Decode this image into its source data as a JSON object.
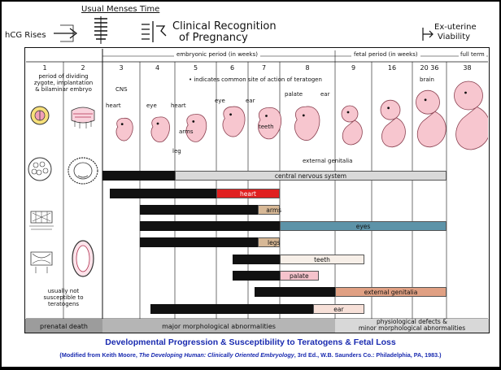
{
  "header": {
    "hcg": "hCG Rises",
    "menses": "Usual Menses Time",
    "clinical_1": "Clinical Recognition",
    "clinical_2": "of Pregnancy",
    "exuterine_1": "Ex-uterine",
    "exuterine_2": "Viability",
    "embryonic_period": "embryonic period (in weeks)",
    "fetal_period": "fetal period (in weeks)",
    "full_term": "full term"
  },
  "weeks": [
    "1",
    "2",
    "3",
    "4",
    "5",
    "6",
    "7",
    "8",
    "9",
    "16",
    "20 36",
    "38"
  ],
  "left": {
    "dividing_1": "period of dividing",
    "dividing_2": "zygote, implantation",
    "dividing_3": "& bilaminar embryo",
    "note_1": "usually not",
    "note_2": "susceptible to",
    "note_3": "teratogens"
  },
  "labels": {
    "cns": "CNS",
    "heart": "heart",
    "eye": "eye",
    "arms": "arms",
    "leg": "leg",
    "ear": "ear",
    "teeth": "teeth",
    "palate": "palate",
    "genitalia": "external genitalia",
    "brain": "brain",
    "teratogen_note": "• indicates common site of action of teratogen"
  },
  "structures": [
    {
      "name": "central nervous system",
      "dark_start": 3,
      "dark_end": 5,
      "light_end": 12,
      "light_color": "#d9d9d9"
    },
    {
      "name": "heart",
      "dark_start": 3.2,
      "dark_end": 6,
      "light_end": 8,
      "light_color": "#e02020",
      "label_in_light": true
    },
    {
      "name": "arms",
      "dark_start": 4,
      "dark_end": 7.3,
      "light_end": 8,
      "light_color": "#d7b896"
    },
    {
      "name": "eyes",
      "dark_start": 4,
      "dark_end": 8,
      "light_end": 12,
      "light_color": "#5d93a8"
    },
    {
      "name": "legs",
      "dark_start": 4,
      "dark_end": 7.3,
      "light_end": 8,
      "light_color": "#d7b896"
    },
    {
      "name": "teeth",
      "dark_start": 6.5,
      "dark_end": 8,
      "light_end": 9.8,
      "light_color": "#f7efe8"
    },
    {
      "name": "palate",
      "dark_start": 6.5,
      "dark_end": 8,
      "light_end": 8.7,
      "light_color": "#f5c3cc"
    },
    {
      "name": "external genitalia",
      "dark_start": 7.2,
      "dark_end": 9,
      "light_end": 12,
      "light_color": "#e0a083"
    },
    {
      "name": "ear",
      "dark_start": 4.3,
      "dark_end": 8.6,
      "light_end": 9.8,
      "light_color": "#f7e0d8"
    }
  ],
  "bottom": {
    "prenatal_death": "prenatal death",
    "major": "major morphological abnormalities",
    "minor_1": "physiological defects &",
    "minor_2": "minor morphological abnormalities"
  },
  "caption": {
    "title": "Developmental Progression & Susceptibility to Teratogens & Fetal Loss",
    "credit_prefix": "Modified from Keith Moore, ",
    "book": "The Developing Human: Clinically Oriented Embryology",
    "credit_suffix": ", 3rd Ed., W.B. Saunders Co.: Philadelphia, PA, 1983."
  },
  "colors": {
    "dark_bar": "#111111",
    "embryo_pink": "#f7c6cf",
    "caption_blue": "#1a2bb0"
  }
}
